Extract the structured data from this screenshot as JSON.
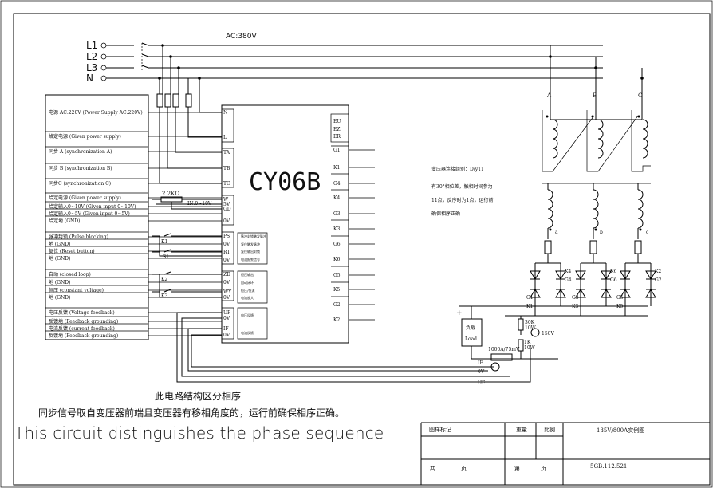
{
  "supply": {
    "voltage": "AC:380V",
    "lines": [
      "L1",
      "L2",
      "L3",
      "N"
    ]
  },
  "controller": {
    "name": "CY06B"
  },
  "left_panel": {
    "rows": [
      "电源 AC:220V (Power Supply AC:220V)",
      "给定电源 (Given power supply)",
      "同步 A (synchronization A)",
      "同步 B (synchronization B)",
      "同步C (synchronization C)",
      "给定电源 (Given power supply)",
      "给定输入0~10V (Given input 0~10V)",
      "给定输入0~5V (Given input 0~5V)",
      "给定地 (GND)",
      "脉冲封锁 (Pulse blocking)",
      "地 (GND)",
      "复位 (Reset button)",
      "地 (GND)",
      "自动 (closed loop)",
      "地 (GND)",
      "恒压 (constant voltage)",
      "地 (GND)",
      "电压反馈 (Voltage feedback)",
      "反馈地 (Feedback grounding)",
      "电流反馈 (current feedback)",
      "反馈地 (Feedback grounding)"
    ]
  },
  "terminals_left": [
    "N",
    "L",
    "TA",
    "TB",
    "TC",
    "W+",
    "5V",
    "GD",
    "0V",
    "PS",
    "0V",
    "RT",
    "0V",
    "ZD",
    "0V",
    "WY",
    "0V",
    "UF",
    "0V",
    "IF",
    "0V"
  ],
  "terminals_right": [
    "EU",
    "EZ",
    "ER",
    "G1",
    "K1",
    "G4",
    "K4",
    "G3",
    "K3",
    "G6",
    "K6",
    "G5",
    "K5",
    "G2",
    "K2"
  ],
  "inner_labels": [
    "脉冲封锁触发脉冲",
    "复位触发脉冲",
    "复位输出封锁",
    "电流报警信号",
    "恒压输出",
    "自动闭环",
    "恒压/恒流",
    "电压反馈",
    "电流反馈",
    "电流放大"
  ],
  "labels": {
    "pot": "2.2KΩ",
    "range": "IN:0~10V",
    "k1": "K1",
    "s1": "S1",
    "k2": "K2",
    "k3": "K3",
    "phases": [
      "A",
      "B",
      "C"
    ],
    "secondary": [
      "a",
      "b",
      "c"
    ],
    "scr": [
      "K4",
      "G4",
      "G1",
      "K1",
      "K6",
      "G6",
      "G3",
      "K3",
      "K2",
      "G2",
      "G5",
      "K5"
    ],
    "transformer_title": "变压器连接组别：D/y11",
    "transformer_note": [
      "有30°相位差，触相时间参为",
      "11点，反序时为1点，运行前",
      "确保相序正确"
    ],
    "load": [
      "负载",
      "Load"
    ],
    "r1": [
      "30K",
      "10W"
    ],
    "r2": [
      "1K",
      "10W"
    ],
    "meter": "150V",
    "shunt": "1000A/75mV",
    "feedback": [
      "IF",
      "0V",
      "UF"
    ],
    "plus": "+",
    "minus": "−"
  },
  "notes": {
    "cn1": "此电路结构区分相序",
    "cn2": "同步信号取自变压器前端且变压器有移相角度的，运行前确保相序正确。",
    "en": "This circuit distinguishes the phase sequence"
  },
  "title_block": {
    "mark": "图样标记",
    "weight": "重量",
    "scale": "比例",
    "title": "135V/800A实例图",
    "total": "共",
    "sheet": "第",
    "page": "页",
    "code": "5GB.112.521"
  }
}
